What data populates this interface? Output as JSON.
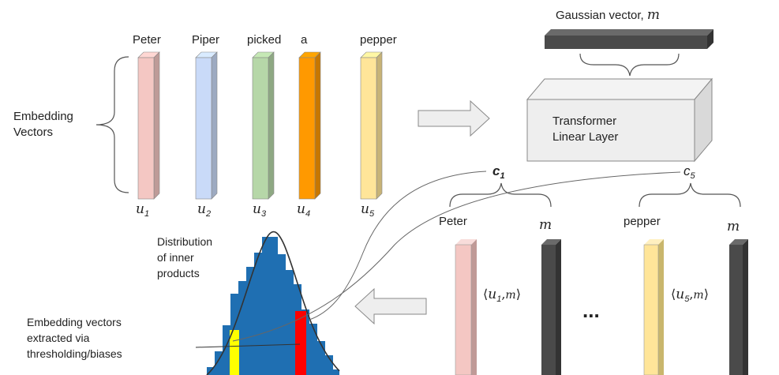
{
  "top_words": [
    "Peter",
    "Piper",
    "picked",
    "a",
    "pepper"
  ],
  "embedding_vectors_label": [
    "Embedding",
    "Vectors"
  ],
  "embedding_vectors": [
    {
      "base": "u",
      "sub": "1",
      "color": "#f4c7c3"
    },
    {
      "base": "u",
      "sub": "2",
      "color": "#c9daf8"
    },
    {
      "base": "u",
      "sub": "3",
      "color": "#b6d7a8"
    },
    {
      "base": "u",
      "sub": "4",
      "color": "#ff9900"
    },
    {
      "base": "u",
      "sub": "5",
      "color": "#ffe599"
    }
  ],
  "gaussian_label": "Gaussian vector, ",
  "gaussian_symbol": "m",
  "transformer_label": [
    "Transformer",
    "Linear Layer"
  ],
  "c_labels": [
    {
      "base": "c",
      "sub": "1",
      "color": "#ff0000"
    },
    {
      "base": "c",
      "sub": "5",
      "color": "#ffd966"
    }
  ],
  "pairs": [
    {
      "word": "Peter",
      "m": "m",
      "inner_base": "u",
      "inner_sub": "1",
      "inner_m": "m"
    },
    {
      "word": "pepper",
      "m": "m",
      "inner_base": "u",
      "inner_sub": "5",
      "inner_m": "m"
    }
  ],
  "ellipsis": "...",
  "distribution_label": [
    "Distribution",
    "of inner",
    "products"
  ],
  "extract_label": [
    "Embedding vectors",
    "extracted via",
    "thresholding/biases"
  ],
  "colors": {
    "gaussian_vector": "#4a4a4a",
    "histogram": "#1f6fb2",
    "highlight_left": "#ffff00",
    "highlight_right": "#ff0000",
    "arrow_fill": "#eeeeee",
    "transformer_fill": "#eeeeee"
  }
}
